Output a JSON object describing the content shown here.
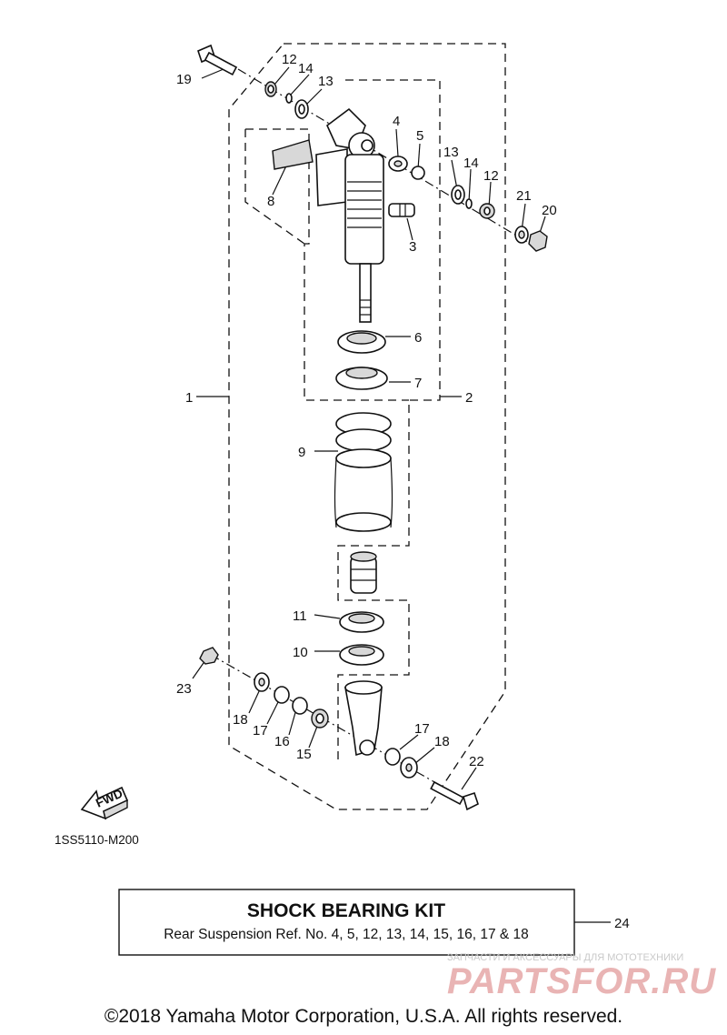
{
  "labels": {
    "p1": "1",
    "p2": "2",
    "p3": "3",
    "p4": "4",
    "p5": "5",
    "p6": "6",
    "p7": "7",
    "p8": "8",
    "p9": "9",
    "p10": "10",
    "p11": "11",
    "p12a": "12",
    "p12b": "12",
    "p13a": "13",
    "p13b": "13",
    "p14a": "14",
    "p14b": "14",
    "p15": "15",
    "p16": "16",
    "p17a": "17",
    "p17b": "17",
    "p18a": "18",
    "p18b": "18",
    "p19": "19",
    "p20": "20",
    "p21": "21",
    "p22": "22",
    "p23": "23",
    "p24": "24"
  },
  "fwd_arrow": "FWD",
  "ref_code": "1SS5110-M200",
  "kit_box": {
    "title": "SHOCK BEARING KIT",
    "subtitle": "Rear Suspension Ref. No. 4, 5, 12, 13, 14, 15, 16, 17 & 18"
  },
  "watermark": {
    "tagline": "ЗАПЧАСТИ И АКСЕССУАРЫ ДЛЯ МОТОТЕХНИКИ",
    "brand": "PARTSFOR.RU"
  },
  "copyright": "©2018 Yamaha Motor Corporation, U.S.A. All rights reserved."
}
